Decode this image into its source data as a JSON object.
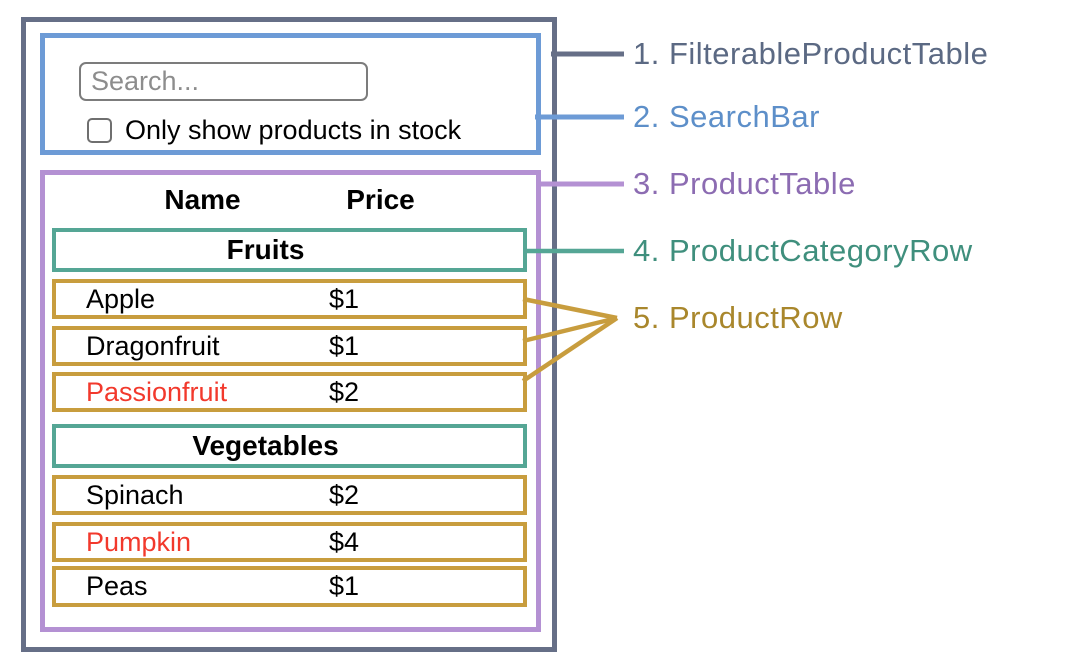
{
  "mock_ui": {
    "search_bar": {
      "input_placeholder": "Search...",
      "checkbox_label": "Only show products in stock",
      "checkbox_checked": false
    },
    "product_table": {
      "headers": {
        "name": "Name",
        "price": "Price"
      },
      "groups": [
        {
          "category": "Fruits",
          "rows": [
            {
              "name": "Apple",
              "price": "$1",
              "out_of_stock": false
            },
            {
              "name": "Dragonfruit",
              "price": "$1",
              "out_of_stock": false
            },
            {
              "name": "Passionfruit",
              "price": "$2",
              "out_of_stock": true
            }
          ]
        },
        {
          "category": "Vegetables",
          "rows": [
            {
              "name": "Spinach",
              "price": "$2",
              "out_of_stock": false
            },
            {
              "name": "Pumpkin",
              "price": "$4",
              "out_of_stock": true
            },
            {
              "name": "Peas",
              "price": "$1",
              "out_of_stock": false
            }
          ]
        }
      ]
    }
  },
  "legend": {
    "items": [
      {
        "label": "1. FilterableProductTable",
        "color": "#5b6983"
      },
      {
        "label": "2. SearchBar",
        "color": "#5d8fc9"
      },
      {
        "label": "3. ProductTable",
        "color": "#8c6cb2"
      },
      {
        "label": "4. ProductCategoryRow",
        "color": "#3f8f7d"
      },
      {
        "label": "5. ProductRow",
        "color": "#a9872c"
      }
    ]
  },
  "colors": {
    "outer_border": "#666f87",
    "search_bar_border": "#6d9bd6",
    "product_table_border": "#b491d3",
    "category_row_border": "#55a695",
    "product_row_border": "#c89d3e",
    "out_of_stock_text": "#f2392c"
  }
}
